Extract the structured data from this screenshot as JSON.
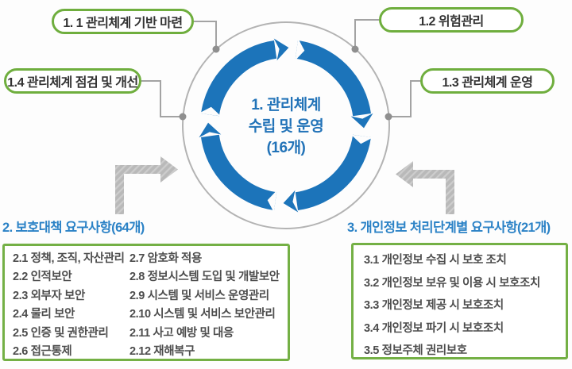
{
  "diagram": {
    "center": {
      "line1": "1. 관리체계",
      "line2": "수립 및 운영",
      "line3": "(16개)"
    },
    "pills": [
      {
        "id": "1.1",
        "label": "1. 1 관리체계 기반 마련"
      },
      {
        "id": "1.2",
        "label": "1.2 위험관리"
      },
      {
        "id": "1.3",
        "label": "1.3 관리체계 운영"
      },
      {
        "id": "1.4",
        "label": "1.4 관리체계 점검 및 개선"
      }
    ]
  },
  "sections": {
    "protection": {
      "title": "2. 보호대책 요구사항(64개)",
      "col1": [
        "2.1 정책, 조직, 자산관리",
        "2.2 인적보안",
        "2.3 외부자 보안",
        "2.4 물리 보안",
        "2.5 인증 및 권한관리",
        "2.6 접근통제"
      ],
      "col2": [
        "2.7 암호화 적용",
        "2.8 정보시스템 도입 및 개발보안",
        "2.9 시스템 및 서비스 운영관리",
        "2.10 시스템 및 서비스 보안관리",
        "2.11 사고 예방 및 대응",
        "2.12 재해복구"
      ]
    },
    "privacy": {
      "title": "3. 개인정보 처리단계별 요구사항(21개)",
      "items": [
        "3.1 개인정보 수집 시 보호 조치",
        "3.2 개인정보 보유 및 이용 시 보호조치",
        "3.3 개인정보 제공 시 보호조치",
        "3.4 개인정보 파기 시 보호조치",
        "3.5 정보주체 권리보호"
      ]
    }
  },
  "colors": {
    "cycle_blue": "#1c74ba",
    "center_text_blue": "#2273b8",
    "section_title_blue": "#2b82c6",
    "green_border": "#74b045",
    "gray_circle": "#b3b3b3",
    "flow_arrow_gray": "#b9b9b9",
    "list_text": "#4d4d4d"
  }
}
